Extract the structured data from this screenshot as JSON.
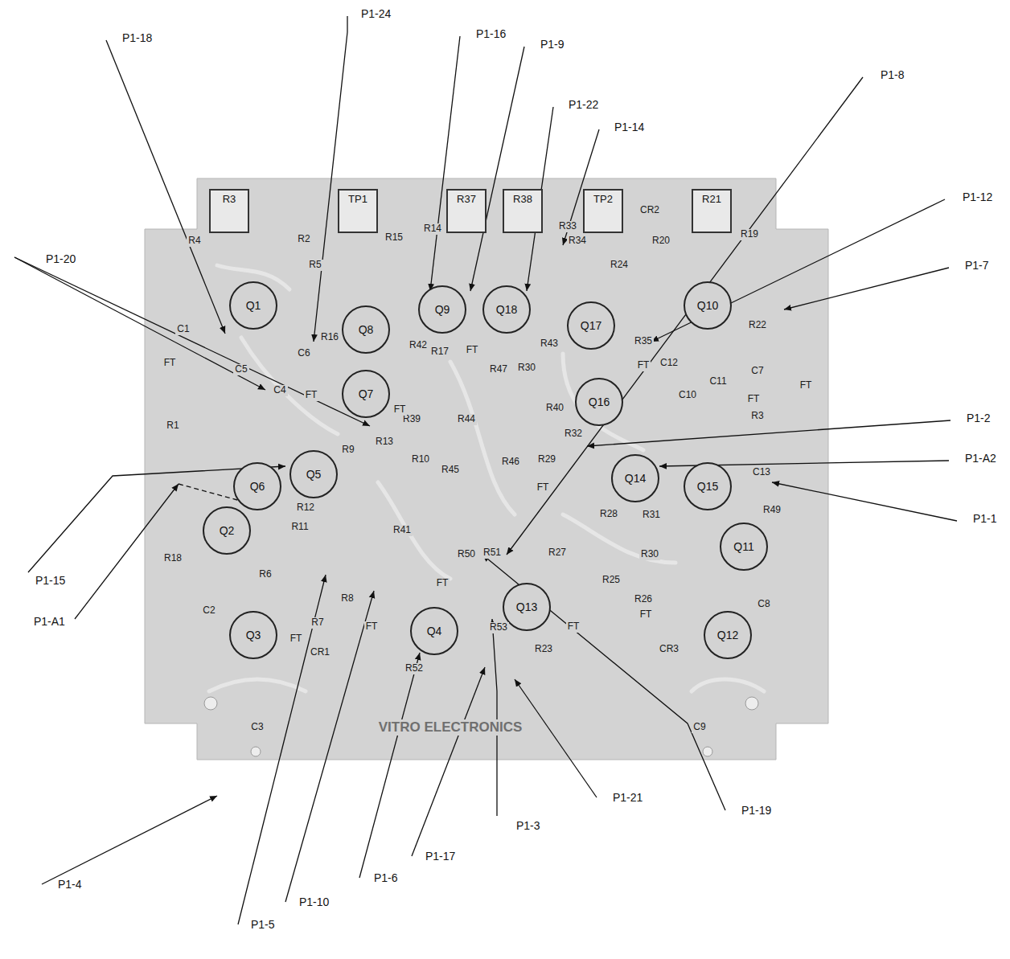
{
  "diagram": {
    "nodes": [
      {
        "text": [
          "R3"
        ]
      },
      {
        "text": [
          "TP1"
        ]
      },
      {
        "text": [
          "R37"
        ]
      },
      {
        "text": [
          "R38"
        ]
      },
      {
        "text": [
          "TP2"
        ]
      },
      {
        "text": [
          "R21"
        ]
      },
      {
        "text": [
          "Q1"
        ]
      },
      {
        "text": [
          "Q10"
        ]
      },
      {
        "text": [
          "Q9"
        ]
      },
      {
        "text": [
          "Q18"
        ]
      },
      {
        "text": [
          "Q17"
        ]
      },
      {
        "text": [
          "Q8"
        ]
      },
      {
        "text": [
          "Q7"
        ]
      },
      {
        "text": [
          "Q16"
        ]
      },
      {
        "text": [
          "Q5"
        ]
      },
      {
        "text": [
          "Q14"
        ]
      },
      {
        "text": [
          "Q6"
        ]
      },
      {
        "text": [
          "Q15"
        ]
      },
      {
        "text": [
          "Q2"
        ]
      },
      {
        "text": [
          "Q11"
        ]
      },
      {
        "text": [
          "Q13"
        ]
      },
      {
        "text": [
          "Q4"
        ]
      },
      {
        "text": [
          "Q3"
        ]
      },
      {
        "text": [
          "Q12"
        ]
      }
    ],
    "labels": [
      "P1-18",
      "P1-24",
      "P1-16",
      "P1-9",
      "P1-22",
      "P1-14",
      "P1-8",
      "P1-12",
      "P1-20",
      "P1-7",
      "P1-2",
      "P1-A2",
      "P1-1",
      "P1-15",
      "P1-A1",
      "P1-4",
      "P1-5",
      "P1-10",
      "P1-6",
      "P1-17",
      "P1-3",
      "P1-21",
      "P1-19",
      "R4",
      "R2",
      "R15",
      "R14",
      "R33",
      "R34",
      "CR2",
      "R20",
      "R19",
      "R5",
      "R24",
      "R22",
      "C1",
      "R16",
      "R42",
      "R17",
      "R43",
      "R35",
      "C12",
      "C11",
      "C7",
      "C6",
      "C5",
      "C4",
      "R47",
      "R30",
      "C10",
      "R1",
      "R39",
      "R44",
      "R40",
      "R32",
      "R13",
      "R3",
      "R9",
      "R10",
      "R45",
      "R46",
      "R29",
      "R28",
      "R31",
      "R49",
      "C13",
      "R12",
      "R11",
      "R18",
      "R41",
      "R50",
      "R51",
      "R27",
      "R30",
      "R6",
      "R8",
      "R25",
      "R26",
      "R7",
      "R53",
      "C2",
      "C8",
      "R52",
      "R23",
      "CR1",
      "CR3",
      "C3",
      "C9",
      "FT",
      "FT",
      "FT",
      "FT",
      "FT",
      "FT",
      "FT",
      "FT",
      "FT",
      "FT",
      "FT",
      "FT",
      "FT",
      "VITRO ELECTRONICS"
    ]
  }
}
